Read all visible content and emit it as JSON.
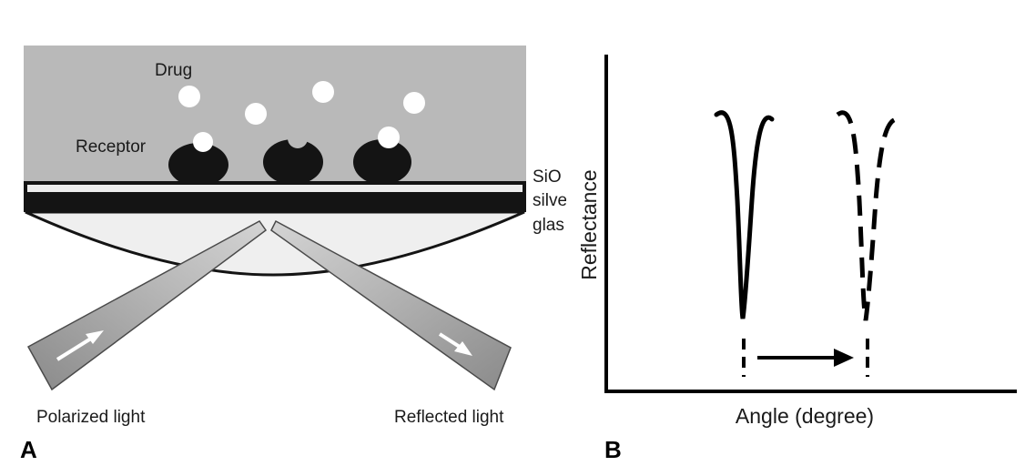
{
  "panel_a": {
    "letter": "A",
    "drug_label": "Drug",
    "receptor_label": "Receptor",
    "layer_labels": [
      "SiO",
      "silve",
      "glas"
    ],
    "incident_label": "Polarized light",
    "reflected_label": "Reflected light"
  },
  "panel_b": {
    "letter": "B",
    "y_axis_label": "Reflectance",
    "x_axis_label": "Angle (degree)"
  },
  "colors": {
    "medium": "#b9b9b9",
    "receptor": "#141414",
    "prism": "#eeeeee",
    "beam": "#9a9a9a"
  }
}
